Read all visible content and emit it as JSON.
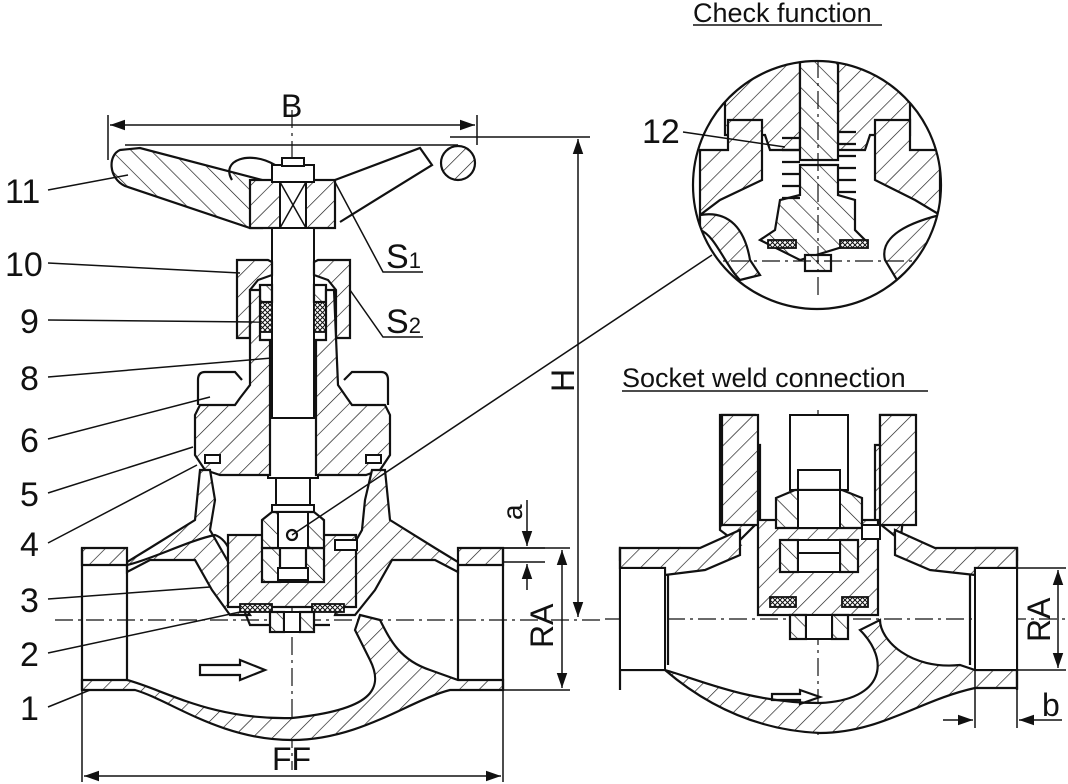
{
  "drawing": {
    "type": "valve-sectional-drawing",
    "main_view": {
      "part_labels": [
        {
          "id": "11",
          "text": "11"
        },
        {
          "id": "10",
          "text": "10"
        },
        {
          "id": "9",
          "text": "9"
        },
        {
          "id": "8",
          "text": "8"
        },
        {
          "id": "6",
          "text": "6"
        },
        {
          "id": "5",
          "text": "5"
        },
        {
          "id": "4",
          "text": "4"
        },
        {
          "id": "3",
          "text": "3"
        },
        {
          "id": "2",
          "text": "2"
        },
        {
          "id": "1",
          "text": "1"
        }
      ],
      "callouts": [
        {
          "base": "S",
          "sub": "1"
        },
        {
          "base": "S",
          "sub": "2"
        }
      ],
      "dimensions": {
        "B": "B",
        "H": "H",
        "a": "a",
        "RA": "RA",
        "FF": "FF"
      }
    },
    "detail_check": {
      "title": "Check function",
      "part_label": "12"
    },
    "detail_socket": {
      "title": "Socket weld connection",
      "dimensions": {
        "RA": "RA",
        "b": "b"
      }
    }
  }
}
